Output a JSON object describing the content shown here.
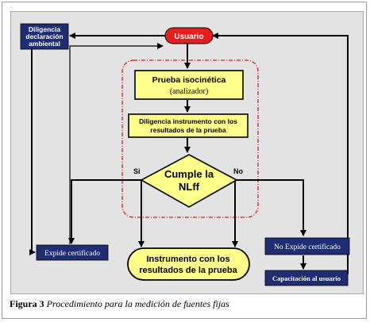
{
  "nodes": {
    "usuario": "Usuario",
    "diligencia_1": "Diligencia",
    "diligencia_2": "declaración",
    "diligencia_3": "ambiental",
    "prueba_title": "Prueba isocinética",
    "prueba_sub": "(analizador)",
    "dil_instr_1": "Diligencia instrumento con los",
    "dil_instr_2": "resultados de la prueba",
    "cumple_1": "Cumple la",
    "cumple_2": "NLff",
    "si": "Si",
    "no": "No",
    "expide": "Expide certificado",
    "no_expide": "No Expide certificado",
    "capacitacion": "Capacitación al usuario",
    "instr_final_1": "Instrumento con los",
    "instr_final_2": "resultados de la prueba"
  },
  "caption": {
    "label": "Figura 3",
    "text": "Procedimiento para la medición de fuentes fijas"
  },
  "colors": {
    "usuario_fill": "#e81e1e",
    "navy": "#1f2d73",
    "yellow": "#ffff8a",
    "panel": "#e3e3e3",
    "dash_red": "#d81e2a"
  }
}
